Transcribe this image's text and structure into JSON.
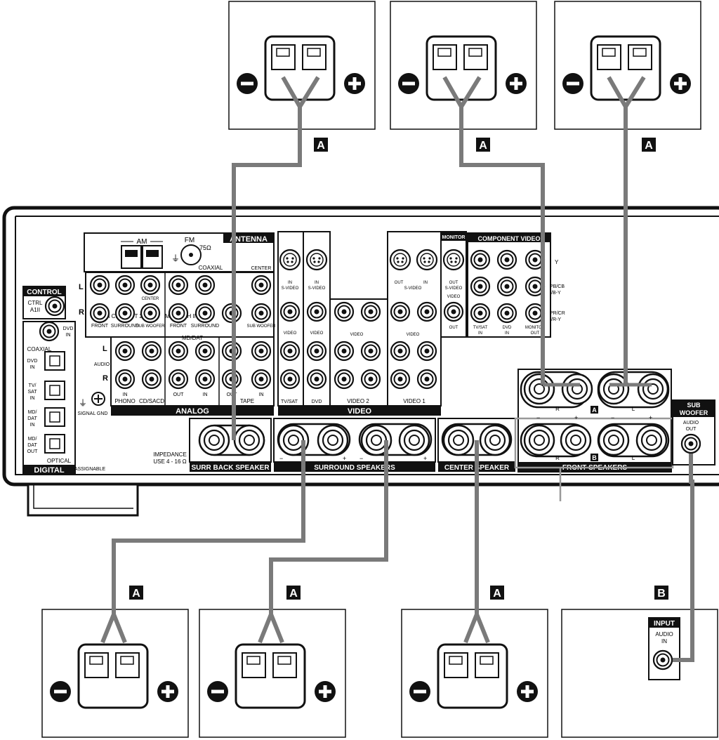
{
  "connection_labels": {
    "a": "A",
    "b": "B"
  },
  "polarity": {
    "minus": "−",
    "plus": "+"
  },
  "antenna": {
    "title": "ANTENNA",
    "am": "AM",
    "fm": "FM",
    "fm_ohm": "75Ω",
    "coaxial": "COAXIAL",
    "center": "CENTER"
  },
  "control": {
    "title": "CONTROL",
    "ctrl": "CTRL",
    "a1": "A1II"
  },
  "digital": {
    "title": "DIGITAL",
    "optical": "OPTICAL",
    "coaxial": "COAXIAL",
    "assignable": "ASSIGNABLE",
    "dvd_in_coax": [
      "DVD",
      "IN"
    ],
    "ports": [
      [
        "DVD",
        "IN"
      ],
      [
        "TV/",
        "SAT",
        "IN"
      ],
      [
        "MD/",
        "DAT",
        "IN"
      ],
      [
        "MD/",
        "DAT",
        "OUT"
      ]
    ]
  },
  "signal_gnd": "SIGNAL GND",
  "rows": {
    "l": "L",
    "r": "R",
    "audio": "AUDIO"
  },
  "analog": {
    "title": "ANALOG",
    "multi2": "MULTI CH INPUT 2",
    "multi1": "MULTI CH INPUT 1",
    "labels": [
      "FRONT",
      "SURROUND",
      "SUB WOOFER",
      "FRONT",
      "SURROUND",
      "SUB WOOFER",
      "CENTER",
      "MD/DAT",
      "TAPE",
      "PHONO",
      "CD/SACD",
      "IN",
      "OUT",
      "IN",
      "OUT",
      "IN"
    ]
  },
  "video": {
    "title": "VIDEO",
    "video2": "VIDEO 2",
    "video1": "VIDEO 1",
    "svideo": "S-VIDEO",
    "video": "VIDEO",
    "in": "IN",
    "out": "OUT",
    "tvsat": "TV/SAT",
    "dvd": "DVD"
  },
  "monitor": {
    "title": "MONITOR",
    "out": "OUT",
    "svideo": "S-VIDEO",
    "video": "VIDEO"
  },
  "component": {
    "title": "COMPONENT VIDEO",
    "y": "Y",
    "pb": "PB/CB",
    "pb2": "/B-Y",
    "pr": "PR/CR",
    "pr2": "/R-Y",
    "tvsat": "TV/SAT",
    "dvd": "DVD",
    "monitor": "MONITOR",
    "in": "IN",
    "out": "OUT"
  },
  "speakers": {
    "impedance_1": "IMPEDANCE",
    "impedance_2": "USE 4 - 16 Ω",
    "surr_back": "SURR BACK SPEAKER",
    "surround": "SURROUND SPEAKERS",
    "center": "CENTER SPEAKER",
    "front": "FRONT SPEAKERS",
    "r": "R",
    "l": "L"
  },
  "subwoofer": {
    "title_1": "SUB",
    "title_2": "WOOFER",
    "audio": "AUDIO",
    "out": "OUT"
  },
  "sub_input": {
    "title": "INPUT",
    "audio": "AUDIO",
    "in": "IN"
  }
}
